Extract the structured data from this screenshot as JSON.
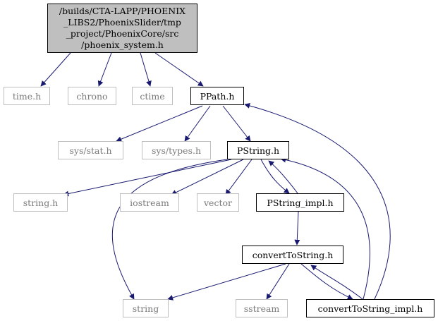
{
  "root": {
    "lines": [
      "/builds/CTA-LAPP/PHOENIX",
      "_LIBS2/PhoenixSlider/tmp",
      "_project/PhoenixCore/src",
      "/phoenix_system.h"
    ]
  },
  "nodes": {
    "time_h": "time.h",
    "chrono": "chrono",
    "ctime": "ctime",
    "ppath_h": "PPath.h",
    "sys_stat_h": "sys/stat.h",
    "sys_types_h": "sys/types.h",
    "pstring_h": "PString.h",
    "string_h": "string.h",
    "iostream": "iostream",
    "vector": "vector",
    "pstring_impl_h": "PString_impl.h",
    "converttostring_h": "convertToString.h",
    "string": "string",
    "sstream": "sstream",
    "converttostring_impl_h": "convertToString_impl.h"
  },
  "colors": {
    "edge": "#191970",
    "external_border": "#bfbfbf",
    "root_fill": "#bfbfbf"
  }
}
